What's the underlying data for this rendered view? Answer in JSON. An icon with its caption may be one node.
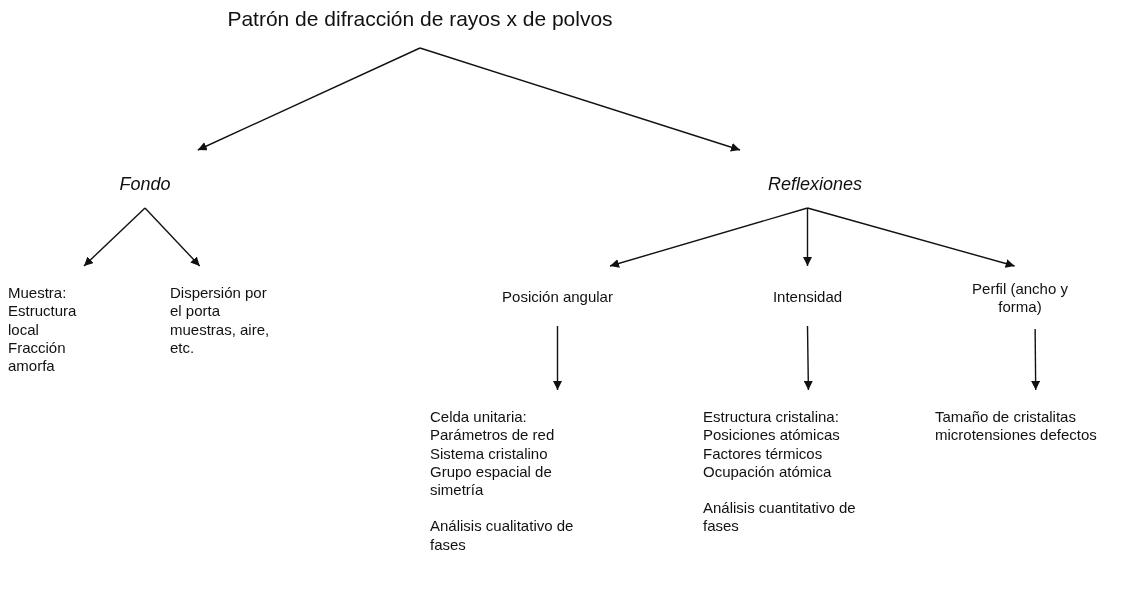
{
  "diagram": {
    "nodes": [
      {
        "text": [
          "Patrón de difracción de rayos x de polvos"
        ]
      },
      {
        "text": [
          "Fondo"
        ]
      },
      {
        "text": [
          "Reflexiones"
        ]
      },
      {
        "text": [
          "Muestra: Estructura local Fracción amorfa"
        ]
      },
      {
        "text": [
          "Dispersión por el porta muestras, aire, etc."
        ]
      },
      {
        "text": [
          "Posición angular"
        ]
      },
      {
        "text": [
          "Intensidad"
        ]
      },
      {
        "text": [
          "Perfil (ancho y forma)"
        ]
      },
      {
        "text": [
          "Celda unitaria: Parámetros de red Sistema cristalino Grupo espacial de simetría",
          "Análisis cualitativo de fases"
        ]
      },
      {
        "text": [
          "Estructura cristalina: Posiciones atómicas Factores térmicos Ocupación atómica",
          "Análisis cuantitativo de fases"
        ]
      },
      {
        "text": [
          "Tamaño de cristalitas microtensiones defectos"
        ]
      }
    ],
    "edges": [
      {
        "from": 0,
        "to": 1,
        "arrow": "to"
      },
      {
        "from": 0,
        "to": 2,
        "arrow": "to"
      },
      {
        "from": 1,
        "to": 3,
        "arrow": "to"
      },
      {
        "from": 1,
        "to": 4,
        "arrow": "to"
      },
      {
        "from": 2,
        "to": 5,
        "arrow": "to"
      },
      {
        "from": 2,
        "to": 6,
        "arrow": "to"
      },
      {
        "from": 2,
        "to": 7,
        "arrow": "to"
      },
      {
        "from": 5,
        "to": 8,
        "arrow": "to"
      },
      {
        "from": 6,
        "to": 9,
        "arrow": "to"
      },
      {
        "from": 7,
        "to": 10,
        "arrow": "to"
      }
    ]
  }
}
